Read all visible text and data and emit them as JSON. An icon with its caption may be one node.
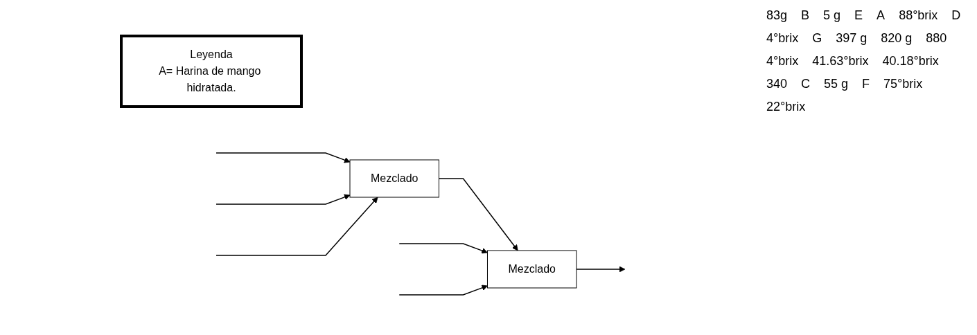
{
  "diagram": {
    "nodes": [
      {
        "text": [
          "Mezclado"
        ]
      },
      {
        "text": [
          "Mezclado"
        ]
      },
      {
        "text": [
          "Leyenda",
          "A= Harina de mango hidratada."
        ]
      }
    ],
    "edges": [
      {
        "from": null,
        "to": 0,
        "arrow": "to"
      },
      {
        "from": null,
        "to": 0,
        "arrow": "to"
      },
      {
        "from": null,
        "to": 0,
        "arrow": "to"
      },
      {
        "from": 0,
        "to": 1,
        "arrow": "to"
      },
      {
        "from": null,
        "to": 1,
        "arrow": "to"
      },
      {
        "from": null,
        "to": 1,
        "arrow": "to"
      },
      {
        "from": 1,
        "to": null,
        "arrow": "to"
      }
    ],
    "labels": [
      "83g",
      "B",
      "5 g",
      "E",
      "A",
      "88°brix",
      "D",
      "4°brix",
      "G",
      "397 g",
      "820 g",
      "880",
      "4°brix",
      "41.63°brix",
      "40.18°brix",
      "340",
      "C",
      "55 g",
      "F",
      "75°brix",
      "22°brix"
    ]
  }
}
